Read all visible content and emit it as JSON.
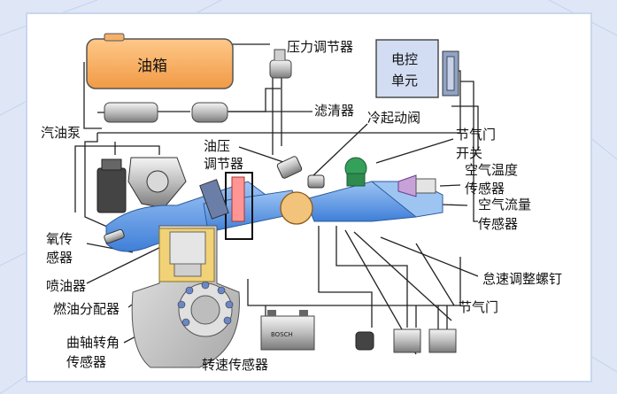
{
  "labels": {
    "tank": "油箱",
    "pressure_regulator": "压力调节器",
    "ecu_line1": "电控",
    "ecu_line2": "单元",
    "filter": "滤清器",
    "fuel_pump": "汽油泵",
    "cold_start_valve": "冷起动阀",
    "throttle_switch_line1": "节气门",
    "throttle_switch_line2": "开关",
    "oil_pressure_reg_line1": "油压",
    "oil_pressure_reg_line2": "调节器",
    "air_temp_sensor_line1": "空气温度",
    "air_temp_sensor_line2": "传感器",
    "airflow_sensor_line1": "空气流量",
    "airflow_sensor_line2": "传感器",
    "oxygen_sensor_line1": "氧传",
    "oxygen_sensor_line2": "感器",
    "injector": "喷油器",
    "idle_screw": "怠速调整螺钉",
    "fuel_distributor": "燃油分配器",
    "throttle": "节气门",
    "crank_sensor_line1": "曲轴转角",
    "crank_sensor_line2": "传感器",
    "speed_sensor": "转速传感器",
    "battery_brand": "BOSCH"
  },
  "colors": {
    "background": "#dfe7f7",
    "frame": "#c9d6f0",
    "tank": "#f5ad63",
    "ecu": "#d2ddf3",
    "intake_blue": "#4a8ae0",
    "engine_gray": "#c8c8c8",
    "cylinder_yellow": "#f2d276",
    "line": "#222222"
  }
}
